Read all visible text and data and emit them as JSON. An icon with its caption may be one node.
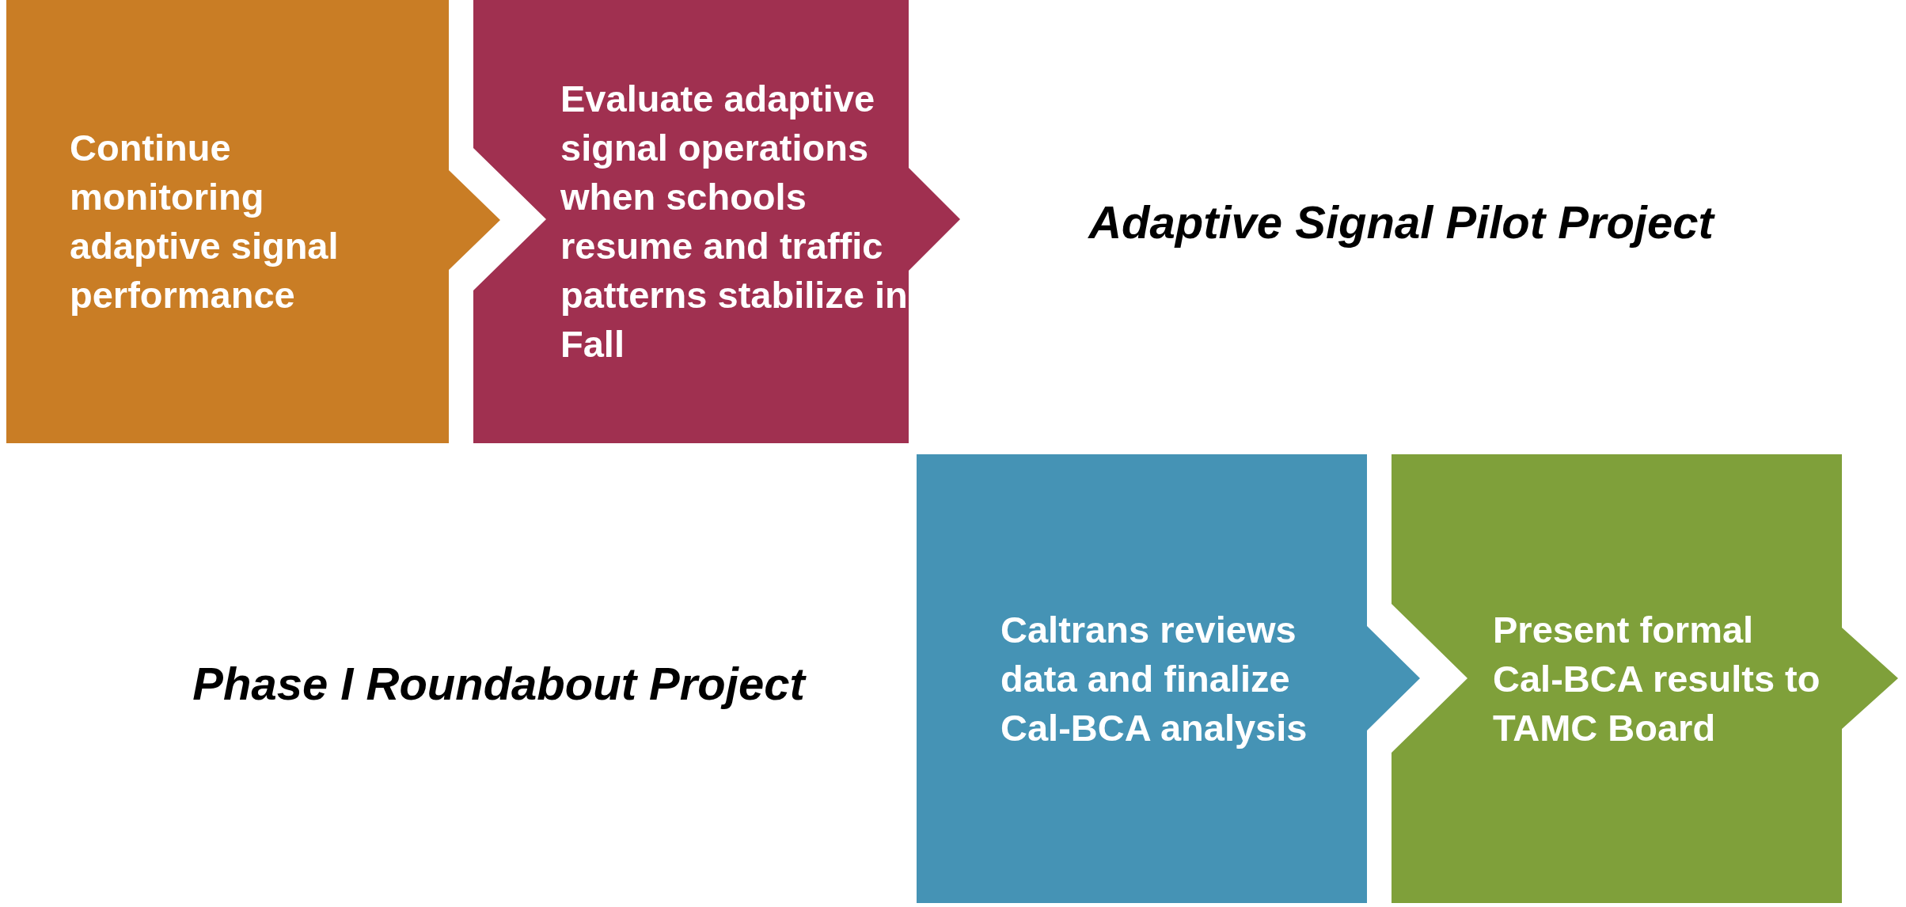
{
  "diagram": {
    "nodes": [
      {
        "text": [
          "Continue monitoring adaptive signal performance"
        ]
      },
      {
        "text": [
          "Evaluate adaptive signal operations when schools resume and traffic patterns stabilize in Fall"
        ]
      },
      {
        "text": [
          "Caltrans reviews data and finalize Cal-BCA analysis"
        ]
      },
      {
        "text": [
          "Present formal Cal-BCA results to TAMC Board"
        ]
      }
    ],
    "labels": [
      "Adaptive Signal Pilot Project",
      "Phase I Roundabout Project"
    ]
  }
}
